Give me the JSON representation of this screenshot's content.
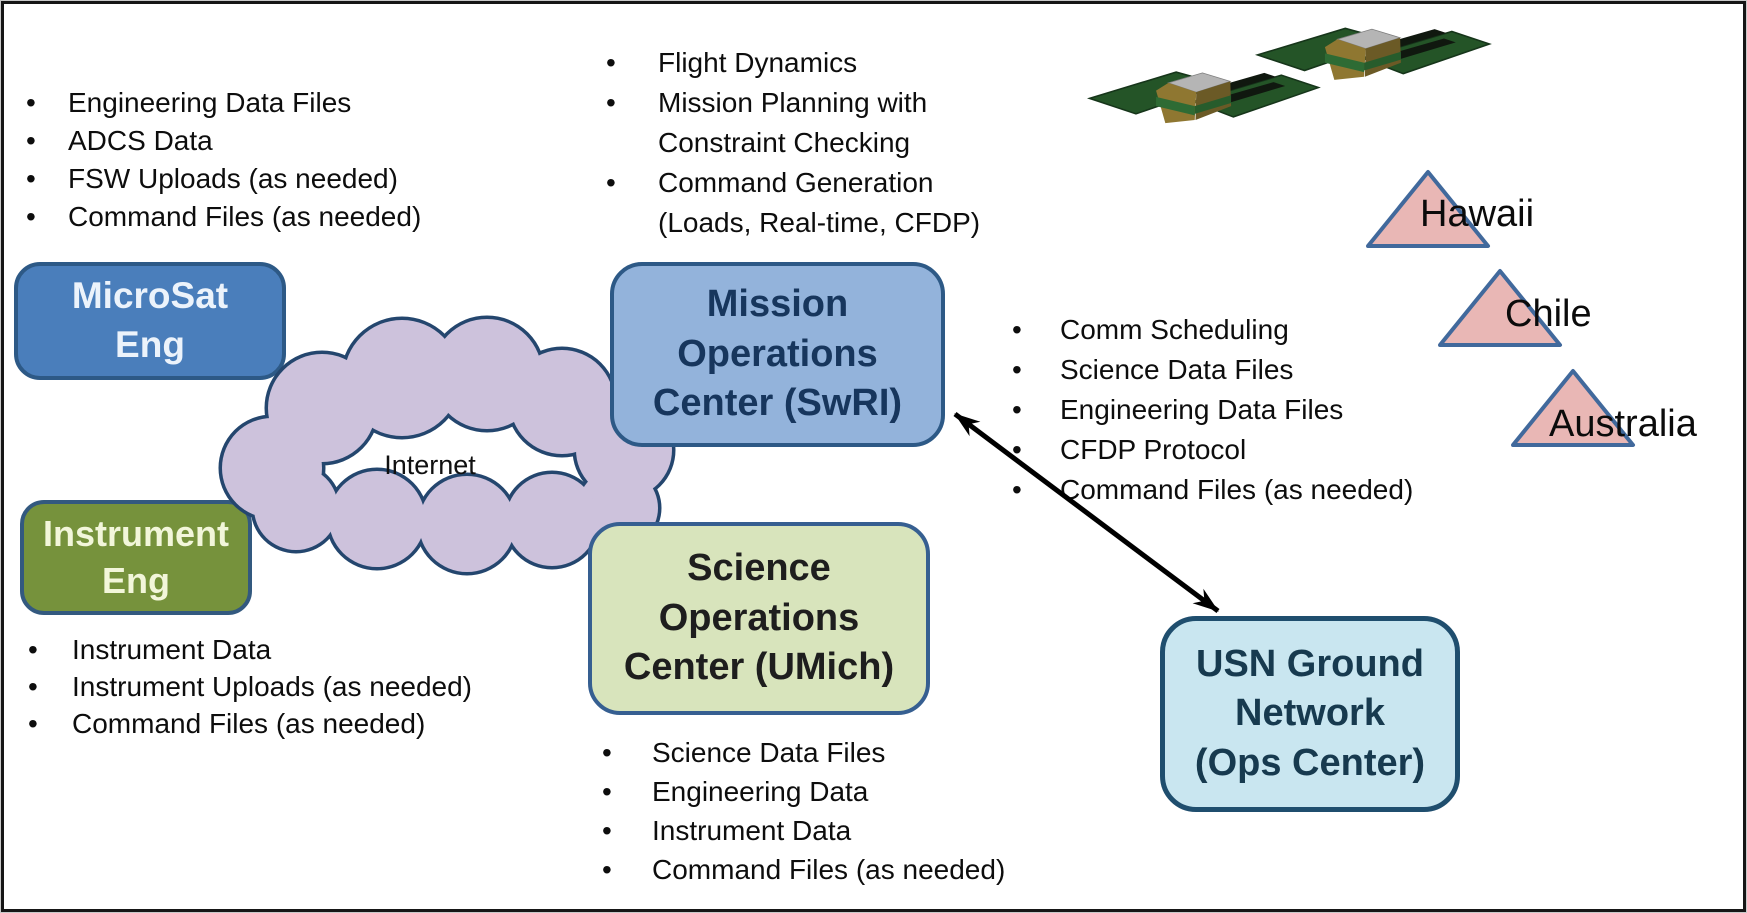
{
  "nodes": {
    "microsat": {
      "label": "MicroSat\nEng"
    },
    "instrument": {
      "label": "Instrument\nEng"
    },
    "internet": {
      "label": "Internet"
    },
    "moc": {
      "label": "Mission\nOperations\nCenter (SwRI)"
    },
    "soc": {
      "label": "Science\nOperations\nCenter (UMich)"
    },
    "usn": {
      "label": "USN Ground\nNetwork\n(Ops Center)"
    }
  },
  "ground_stations": [
    {
      "label": "Hawaii"
    },
    {
      "label": "Chile"
    },
    {
      "label": "Australia"
    }
  ],
  "satellites": {
    "count": 2,
    "description": "two microsatellites with green solar panel wings"
  },
  "lists": {
    "microsat_files": {
      "items": [
        "Engineering Data Files",
        "ADCS Data",
        "FSW Uploads (as needed)",
        "Command Files (as needed)"
      ]
    },
    "moc_functions": {
      "lines": [
        "Flight Dynamics",
        "Mission Planning with",
        "Constraint Checking",
        "Command Generation",
        "(Loads, Real-time, CFDP)"
      ]
    },
    "moc_usn_exchange": {
      "items": [
        "Comm Scheduling",
        "Science Data Files",
        "Engineering Data Files",
        "CFDP Protocol",
        "Command Files (as needed)"
      ]
    },
    "instrument_files": {
      "items": [
        "Instrument Data",
        "Instrument Uploads (as needed)",
        "Command Files (as needed)"
      ]
    },
    "soc_files": {
      "items": [
        "Science Data Files",
        "Engineering Data",
        "Instrument Data",
        "Command Files (as needed)"
      ]
    }
  },
  "colors": {
    "microsat_fill": "#4a7ebb",
    "microsat_border": "#2d5986",
    "instrument_fill": "#76923c",
    "instrument_border": "#33597f",
    "cloud_fill": "#cdc2dc",
    "cloud_border": "#24466e",
    "moc_fill": "#93b3db",
    "moc_border": "#2d5986",
    "moc_text": "#17365d",
    "soc_fill": "#d8e4bc",
    "soc_border": "#365f91",
    "usn_fill": "#c9e6f0",
    "usn_border": "#1f4e6e",
    "station_fill": "#e9b7b5",
    "station_border": "#41699c",
    "solar_panel_green": "#245427",
    "arrow": "#000000"
  }
}
